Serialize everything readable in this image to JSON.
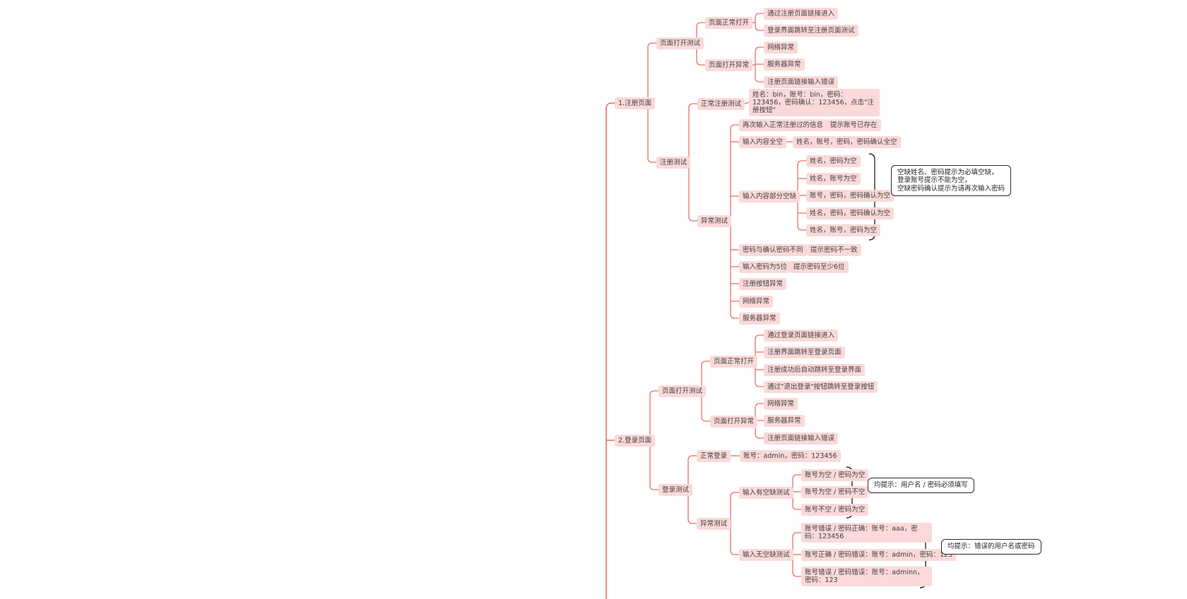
{
  "colors": {
    "node_fill": "#fbd9d9",
    "link": "#e8706c",
    "text": "#404040",
    "note_border": "#2b2b3a",
    "brace": "#2b2b3a"
  },
  "mindmap": [
    {
      "text": "1.注册页面",
      "children": [
        {
          "text": "页面打开测试",
          "children": [
            {
              "text": "页面正常打开",
              "children": [
                {
                  "text": "通过注册页面链接进入"
                },
                {
                  "text": "登录界面跳转至注册页面测试"
                }
              ]
            },
            {
              "text": "页面打开异常",
              "children": [
                {
                  "text": "网络异常"
                },
                {
                  "text": "服务器异常"
                },
                {
                  "text": "注册页面链接输入错误"
                }
              ]
            }
          ]
        },
        {
          "text": "注册测试",
          "children": [
            {
              "text": "正常注册测试",
              "children": [
                {
                  "text": "姓名：bin，账号：bin，密码：123456，密码确认：123456，点击\"注册按钮\""
                }
              ]
            },
            {
              "text": "异常测试",
              "children": [
                {
                  "text": "再次输入正常注册过的信息",
                  "children": [
                    {
                      "text": "提示账号已存在"
                    }
                  ]
                },
                {
                  "text": "输入内容全空",
                  "children": [
                    {
                      "text": "姓名，账号，密码，密码确认全空"
                    }
                  ]
                },
                {
                  "text": "输入内容部分空缺",
                  "children": [
                    {
                      "text": "姓名，密码为空"
                    },
                    {
                      "text": "姓名，账号为空"
                    },
                    {
                      "text": "账号，密码，密码确认为空"
                    },
                    {
                      "text": "姓名，密码，密码确认为空"
                    },
                    {
                      "text": "姓名，账号，密码为空"
                    }
                  ],
                  "note": "空缺姓名、密码提示为必填空缺，\n登录账号提示不能为空，\n空缺密码确认提示为请再次输入密码"
                },
                {
                  "text": "密码与确认密码不同",
                  "children": [
                    {
                      "text": "提示密码不一致"
                    }
                  ]
                },
                {
                  "text": "输入密码为5位",
                  "children": [
                    {
                      "text": "提示密码至少6位"
                    }
                  ]
                },
                {
                  "text": "注册按钮异常"
                },
                {
                  "text": "网络异常"
                },
                {
                  "text": "服务器异常"
                }
              ]
            }
          ]
        }
      ]
    },
    {
      "text": "2.登录页面",
      "children": [
        {
          "text": "页面打开测试",
          "children": [
            {
              "text": "页面正常打开",
              "children": [
                {
                  "text": "通过登录页面链接进入"
                },
                {
                  "text": "注册界面跳转至登录页面"
                },
                {
                  "text": "注册成功后自动跳转至登录界面"
                },
                {
                  "text": "通过\"退出登录\"按钮跳转至登录按钮"
                }
              ]
            },
            {
              "text": "页面打开异常",
              "children": [
                {
                  "text": "网络异常"
                },
                {
                  "text": "服务器异常"
                },
                {
                  "text": "注册页面链接输入错误"
                }
              ]
            }
          ]
        },
        {
          "text": "登录测试",
          "children": [
            {
              "text": "正常登录",
              "children": [
                {
                  "text": "账号：admin，密码：123456"
                }
              ]
            },
            {
              "text": "异常测试",
              "children": [
                {
                  "text": "输入有空缺测试",
                  "children": [
                    {
                      "text": "账号为空 / 密码为空"
                    },
                    {
                      "text": "账号为空 / 密码不空"
                    },
                    {
                      "text": "账号不空 / 密码为空"
                    }
                  ],
                  "note": "均提示：用户名 / 密码必须填写"
                },
                {
                  "text": "输入无空缺测试",
                  "children": [
                    {
                      "text": "账号错误 / 密码正确：账号：aaa，密码：123456"
                    },
                    {
                      "text": "账号正确 / 密码错误：账号：admin，密码：123"
                    },
                    {
                      "text": "账号错误 / 密码错误：账号：adminn，密码：123"
                    }
                  ],
                  "note": "均提示：错误的用户名或密码"
                }
              ]
            }
          ]
        }
      ]
    }
  ]
}
